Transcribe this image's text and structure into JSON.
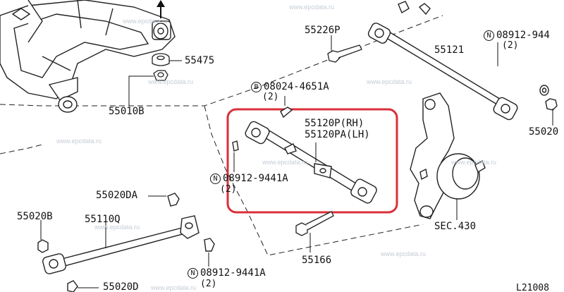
{
  "diagram": {
    "highlight_color": "#d9303a",
    "parts": {
      "p55475": "55475",
      "p55010b": "55010B",
      "p55226p": "55226P",
      "p55121": "55121",
      "bolt_spec": "08024-4651A",
      "bolt_qty": "(2)",
      "bolt_prefix": "B",
      "p55120p": "55120P(RH)",
      "p55120pa": "55120PA(LH)",
      "nut_spec_mid": "08912-9441A",
      "nut_spec_top": "08912-944",
      "nut_spec_bottom": "08912-9441A",
      "nut_qty_top": "(2)",
      "nut_qty_mid": "(2)",
      "nut_qty_bottom": "(2)",
      "nut_prefix": "N",
      "p55020_right": "55020",
      "p55020da": "55020DA",
      "p55020b": "55020B",
      "p55110q": "55110Q",
      "p55020d": "55020D",
      "p55166": "55166",
      "sec430": "SEC.430",
      "figure_code": "L21008"
    },
    "watermark": "www.epcdata.ru"
  }
}
